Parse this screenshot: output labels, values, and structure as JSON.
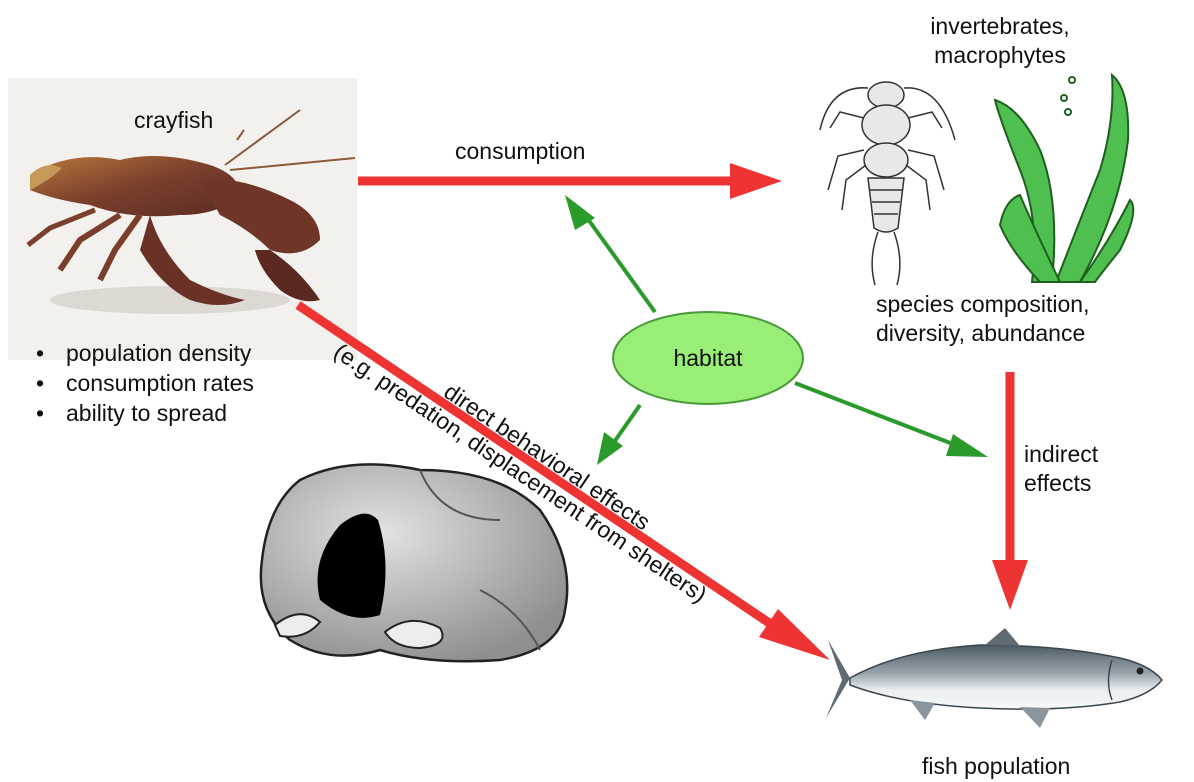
{
  "nodes": {
    "crayfish": {
      "label": "crayfish",
      "attributes": [
        "population density",
        "consumption rates",
        "ability to spread"
      ]
    },
    "prey": {
      "title_line1": "invertebrates,",
      "title_line2": "macrophytes",
      "caption_line1": "species composition,",
      "caption_line2": "diversity, abundance"
    },
    "habitat": {
      "label": "habitat"
    },
    "fish": {
      "label": "fish population"
    }
  },
  "edges": {
    "consumption": "consumption",
    "indirect_line1": "indirect",
    "indirect_line2": "effects",
    "direct_line1": "direct behavioral effects",
    "direct_line2": "(e.g. predation, displacement from shelters)"
  },
  "colors": {
    "main_arrow": "#ee3333",
    "habitat_arrow": "#2a9a2a",
    "habitat_fill": "#99ee77",
    "habitat_stroke": "#4a9a3a"
  },
  "icons": [
    "crayfish-image",
    "stonefly-nymph-image",
    "aquatic-plant-image",
    "rock-shelter-image",
    "trout-image"
  ]
}
